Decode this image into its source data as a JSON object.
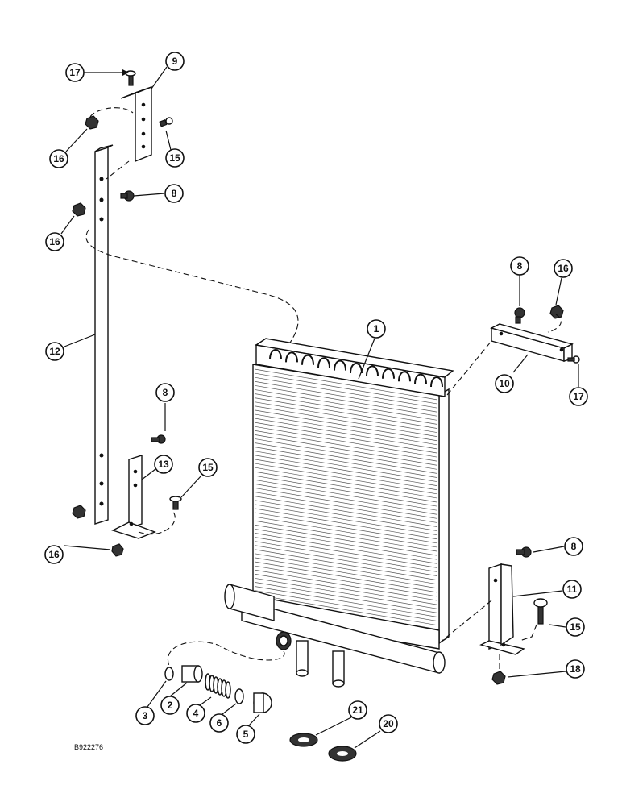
{
  "drawing_id": "B922276",
  "callouts": [
    {
      "id": "c17a",
      "label": "17"
    },
    {
      "id": "c9",
      "label": "9"
    },
    {
      "id": "c16a",
      "label": "16"
    },
    {
      "id": "c15a",
      "label": "15"
    },
    {
      "id": "c8a",
      "label": "8"
    },
    {
      "id": "c16b",
      "label": "16"
    },
    {
      "id": "c12",
      "label": "12"
    },
    {
      "id": "c8b",
      "label": "8"
    },
    {
      "id": "c13",
      "label": "13"
    },
    {
      "id": "c15b",
      "label": "15"
    },
    {
      "id": "c16c",
      "label": "16"
    },
    {
      "id": "c1",
      "label": "1"
    },
    {
      "id": "c8c",
      "label": "8"
    },
    {
      "id": "c16d",
      "label": "16"
    },
    {
      "id": "c10",
      "label": "10"
    },
    {
      "id": "c17b",
      "label": "17"
    },
    {
      "id": "c8d",
      "label": "8"
    },
    {
      "id": "c11",
      "label": "11"
    },
    {
      "id": "c15c",
      "label": "15"
    },
    {
      "id": "c18",
      "label": "18"
    },
    {
      "id": "c3",
      "label": "3"
    },
    {
      "id": "c2",
      "label": "2"
    },
    {
      "id": "c4",
      "label": "4"
    },
    {
      "id": "c6",
      "label": "6"
    },
    {
      "id": "c5",
      "label": "5"
    },
    {
      "id": "c21",
      "label": "21"
    },
    {
      "id": "c20",
      "label": "20"
    }
  ]
}
